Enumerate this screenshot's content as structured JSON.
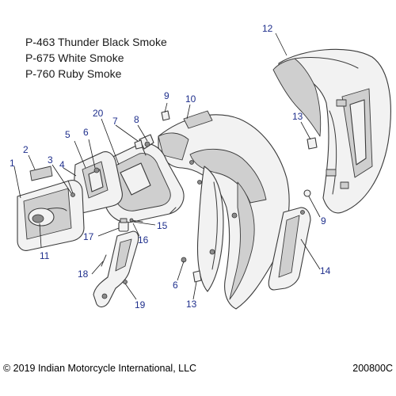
{
  "paint_codes": [
    "P-463 Thunder Black Smoke",
    "P-675 White Smoke",
    "P-760 Ruby Smoke"
  ],
  "callouts": {
    "c1": "1",
    "c2": "2",
    "c3": "3",
    "c4": "4",
    "c5": "5",
    "c6a": "6",
    "c6b": "6",
    "c7": "7",
    "c8": "8",
    "c9a": "9",
    "c9b": "9",
    "c10": "10",
    "c11": "11",
    "c12": "12",
    "c13a": "13",
    "c13b": "13",
    "c14": "14",
    "c15": "15",
    "c16": "16",
    "c17": "17",
    "c18": "18",
    "c19": "19",
    "c20": "20"
  },
  "footer": {
    "copyright": "© 2019 Indian Motorcycle International, LLC",
    "diagram_id": "200800C"
  },
  "colors": {
    "callout": "#1f2f8c",
    "line": "#3a3a3a",
    "fill": "#f2f2f2",
    "shade": "#cfcfcf"
  }
}
